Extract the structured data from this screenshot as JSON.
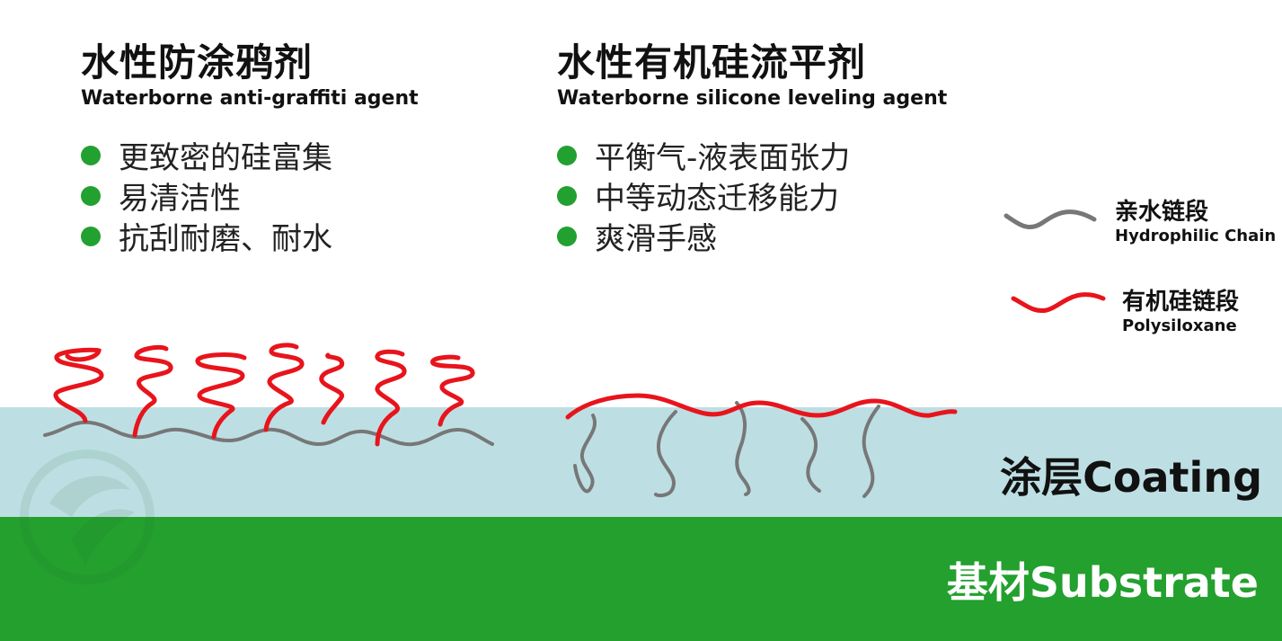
{
  "colors": {
    "coating": "#bddfe3",
    "substrate": "#23a02e",
    "hydrophilic_chain": "#777777",
    "polysiloxane": "#e8141c",
    "bullet_dot": "#22a030"
  },
  "left_panel": {
    "title_cn": "水性防涂鸦剂",
    "title_en": "Waterborne anti-graffiti agent",
    "bullets": [
      "更致密的硅富集",
      "易清洁性",
      "抗刮耐磨、耐水"
    ]
  },
  "right_panel": {
    "title_cn": "水性有机硅流平剂",
    "title_en": "Waterborne silicone leveling agent",
    "bullets": [
      "平衡气-液表面张力",
      "中等动态迁移能力",
      "爽滑手感"
    ]
  },
  "legend": {
    "hydrophilic": {
      "label_cn": "亲水链段",
      "label_en": "Hydrophilic Chain",
      "icon": "gray-wave-line"
    },
    "polysiloxane": {
      "label_cn": "有机硅链段",
      "label_en": "Polysiloxane",
      "icon": "red-wave-line"
    }
  },
  "layers": {
    "coating_label": "涂层Coating",
    "substrate_label": "基材Substrate"
  },
  "watermark": {
    "icon": "leaf-logo-watermark"
  }
}
